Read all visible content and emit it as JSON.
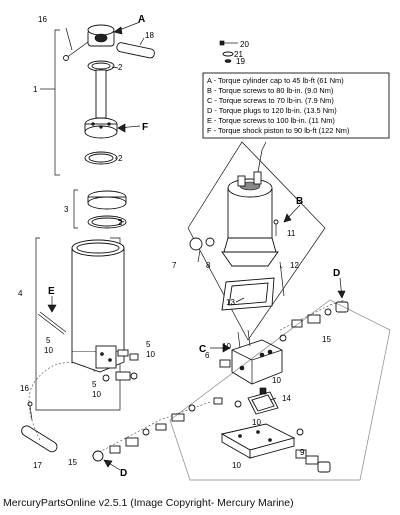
{
  "callouts": {
    "c1": "1",
    "c2a": "2",
    "c2b": "2",
    "c2c": "2",
    "c3": "3",
    "c4": "4",
    "c5a": "5",
    "c5b": "5",
    "c5c": "5",
    "c6": "6",
    "c7": "7",
    "c8": "8",
    "c9": "9",
    "c10a": "10",
    "c10b": "10",
    "c10c": "10",
    "c10d": "10",
    "c10e": "10",
    "c10f": "10",
    "c10g": "10",
    "c11": "11",
    "c12": "12",
    "c13": "13",
    "c14": "14",
    "c15a": "15",
    "c15b": "15",
    "c16a": "16",
    "c16b": "16",
    "c17": "17",
    "c18": "18",
    "c19": "19",
    "c20": "20",
    "c21": "21"
  },
  "letters": {
    "a": "A",
    "b": "B",
    "c": "C",
    "d1": "D",
    "d2": "D",
    "e": "E",
    "f": "F"
  },
  "torque_specs": [
    "A - Torque cylinder cap to 45 lb-ft (61 Nm)",
    "B - Torque screws to 80 lb-in. (9.0 Nm)",
    "C - Torque screws to 70 lb-in. (7.9 Nm)",
    "D - Torque plugs to 120 lb-in. (13.5 Nm)",
    "E - Torque screws to 100 lb-in. (11 Nm)",
    "F - Torque shock piston to 90 lb-ft (122 Nm)"
  ],
  "copyright": "MercuryPartsOnline v2.5.1 (Image Copyright- Mercury Marine)"
}
